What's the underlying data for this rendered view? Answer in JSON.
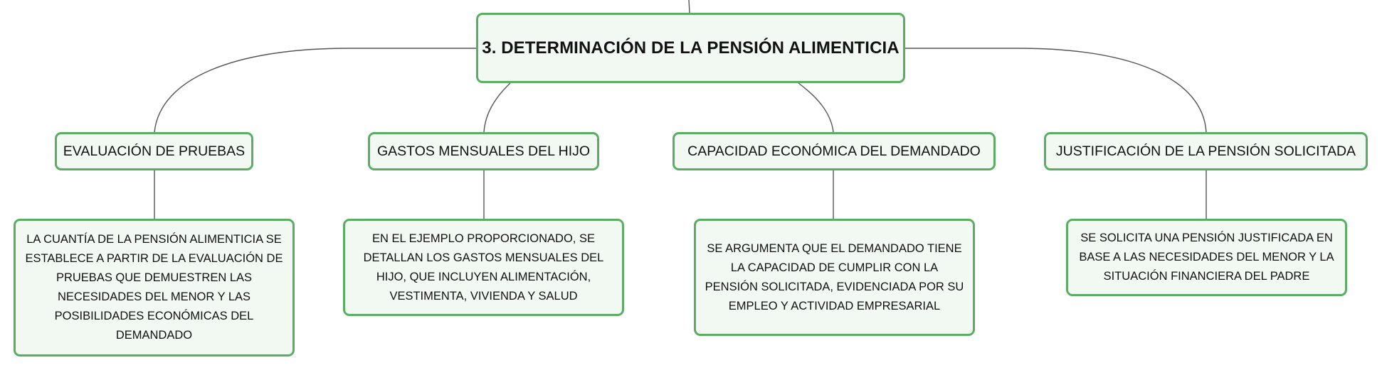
{
  "root": {
    "title": "3. DETERMINACIÓN DE LA PENSIÓN ALIMENTICIA"
  },
  "branches": [
    {
      "label": "EVALUACIÓN DE PRUEBAS",
      "detail": "LA CUANTÍA DE LA PENSIÓN ALIMENTICIA SE ESTABLECE A PARTIR DE LA EVALUACIÓN DE PRUEBAS QUE DEMUESTREN LAS NECESIDADES DEL MENOR Y LAS POSIBILIDADES ECONÓMICAS DEL DEMANDADO"
    },
    {
      "label": "GASTOS MENSUALES DEL HIJO",
      "detail": "EN EL EJEMPLO PROPORCIONADO, SE DETALLAN LOS GASTOS MENSUALES DEL HIJO, QUE INCLUYEN ALIMENTACIÓN, VESTIMENTA, VIVIENDA Y SALUD"
    },
    {
      "label": "CAPACIDAD ECONÓMICA DEL DEMANDADO",
      "detail": "SE ARGUMENTA QUE EL DEMANDADO TIENE LA CAPACIDAD DE CUMPLIR CON LA PENSIÓN SOLICITADA, EVIDENCIADA POR SU EMPLEO Y ACTIVIDAD EMPRESARIAL"
    },
    {
      "label": "JUSTIFICACIÓN DE LA PENSIÓN SOLICITADA",
      "detail": "SE SOLICITA UNA PENSIÓN JUSTIFICADA EN BASE A LAS NECESIDADES DEL MENOR Y LA SITUACIÓN FINANCIERA DEL PADRE"
    }
  ],
  "colors": {
    "node_border": "#5aad62",
    "node_fill": "#f2f9f3",
    "connector": "#555555",
    "text": "#111111"
  }
}
